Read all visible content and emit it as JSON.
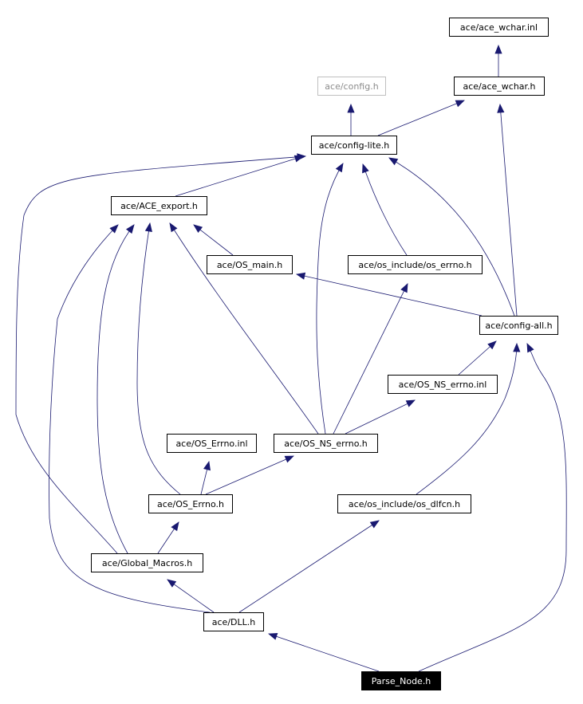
{
  "diagram": {
    "colors": {
      "edge": "#191970",
      "node_border": "#000000",
      "external_border": "#bfbfbf",
      "focus_fill": "#000000",
      "focus_text": "#ffffff"
    },
    "nodes": [
      {
        "id": "wchar_inl",
        "label": "ace/ace_wchar.inl",
        "style": "normal"
      },
      {
        "id": "wchar_h",
        "label": "ace/ace_wchar.h",
        "style": "normal"
      },
      {
        "id": "config_h",
        "label": "ace/config.h",
        "style": "external"
      },
      {
        "id": "config_lite",
        "label": "ace/config-lite.h",
        "style": "normal"
      },
      {
        "id": "ace_export",
        "label": "ace/ACE_export.h",
        "style": "normal"
      },
      {
        "id": "os_main",
        "label": "ace/OS_main.h",
        "style": "normal"
      },
      {
        "id": "os_errno_inc",
        "label": "ace/os_include/os_errno.h",
        "style": "normal"
      },
      {
        "id": "config_all",
        "label": "ace/config-all.h",
        "style": "normal"
      },
      {
        "id": "os_ns_errno_inl",
        "label": "ace/OS_NS_errno.inl",
        "style": "normal"
      },
      {
        "id": "os_errno_inl",
        "label": "ace/OS_Errno.inl",
        "style": "normal"
      },
      {
        "id": "os_ns_errno_h",
        "label": "ace/OS_NS_errno.h",
        "style": "normal"
      },
      {
        "id": "os_errno_h",
        "label": "ace/OS_Errno.h",
        "style": "normal"
      },
      {
        "id": "os_dlfcn",
        "label": "ace/os_include/os_dlfcn.h",
        "style": "normal"
      },
      {
        "id": "global_macros",
        "label": "ace/Global_Macros.h",
        "style": "normal"
      },
      {
        "id": "dll_h",
        "label": "ace/DLL.h",
        "style": "normal"
      },
      {
        "id": "parse_node",
        "label": "Parse_Node.h",
        "style": "focus"
      }
    ],
    "edges": [
      {
        "from": "wchar_h",
        "to": "wchar_inl"
      },
      {
        "from": "config_lite",
        "to": "config_h"
      },
      {
        "from": "config_lite",
        "to": "wchar_h"
      },
      {
        "from": "ace_export",
        "to": "config_lite"
      },
      {
        "from": "os_main",
        "to": "ace_export"
      },
      {
        "from": "os_errno_inc",
        "to": "config_lite"
      },
      {
        "from": "config_all",
        "to": "config_lite"
      },
      {
        "from": "config_all",
        "to": "wchar_h"
      },
      {
        "from": "config_all",
        "to": "os_main"
      },
      {
        "from": "os_ns_errno_inl",
        "to": "config_all"
      },
      {
        "from": "os_ns_errno_h",
        "to": "config_lite"
      },
      {
        "from": "os_ns_errno_h",
        "to": "ace_export"
      },
      {
        "from": "os_ns_errno_h",
        "to": "os_errno_inc"
      },
      {
        "from": "os_ns_errno_h",
        "to": "os_ns_errno_inl"
      },
      {
        "from": "os_errno_h",
        "to": "ace_export"
      },
      {
        "from": "os_errno_h",
        "to": "os_errno_inl"
      },
      {
        "from": "os_errno_h",
        "to": "os_ns_errno_h"
      },
      {
        "from": "os_dlfcn",
        "to": "config_all"
      },
      {
        "from": "global_macros",
        "to": "config_lite"
      },
      {
        "from": "global_macros",
        "to": "ace_export"
      },
      {
        "from": "global_macros",
        "to": "os_errno_h"
      },
      {
        "from": "dll_h",
        "to": "ace_export"
      },
      {
        "from": "dll_h",
        "to": "global_macros"
      },
      {
        "from": "dll_h",
        "to": "os_dlfcn"
      },
      {
        "from": "parse_node",
        "to": "dll_h"
      },
      {
        "from": "parse_node",
        "to": "config_all"
      }
    ]
  }
}
